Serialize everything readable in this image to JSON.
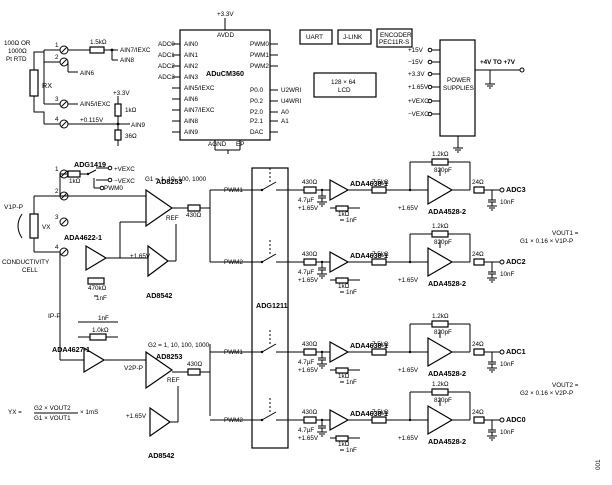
{
  "rtd": {
    "line1": "100Ω OR",
    "line2": "1000Ω",
    "line3": "Pt RTD",
    "rx": "RX",
    "r1": "1.5kΩ",
    "r2": "1kΩ",
    "r3": "36Ω",
    "v1": "+3.3V",
    "v2": "+0.115V"
  },
  "terminals": [
    "1",
    "2",
    "3",
    "4",
    "1",
    "2",
    "3",
    "4"
  ],
  "mcu": {
    "name": "ADuCM360",
    "supply": "+3.3V",
    "avdd": "AVDD",
    "agnd": "AGND",
    "ep": "EP",
    "left_pins": [
      "AIN0",
      "AIN1",
      "AIN2",
      "AIN3",
      "AIN5/IEXC",
      "AIN6",
      "AIN7/IEXC",
      "AIN8",
      "AIN9"
    ],
    "left_ext": [
      "ADC0",
      "ADC1",
      "ADC2",
      "ADC3"
    ],
    "right_pins": [
      "PWM0",
      "PWM1",
      "PWM2",
      "P0.0",
      "P0.2",
      "P2.0",
      "P2.1",
      "DAC"
    ],
    "right_ext": [
      "U2WRI",
      "U4WRI",
      "A0",
      "A1"
    ]
  },
  "nets": {
    "ain7": "AIN7/IEXC",
    "ain8": "AIN8",
    "ain6": "AIN6",
    "ain5": "AIN5/IEXC",
    "ain9": "AIN9"
  },
  "top_blocks": {
    "uart": "UART",
    "jlink": "J-LINK",
    "encoder1": "ENCODER",
    "encoder2": "PEC11R-S",
    "lcd1": "128 × 64",
    "lcd2": "LCD"
  },
  "power": {
    "label1": "POWER",
    "label2": "SUPPLIES",
    "input": "+4V TO +7V",
    "rails": [
      "+15V",
      "−15V",
      "+3.3V",
      "+1.65V",
      "+VEXC",
      "−VEXC"
    ]
  },
  "cond": {
    "adg1419": "ADG1419",
    "vexc_p": "+VEXC",
    "vexc_m": "−VEXC",
    "pwm0": "PWM0",
    "r1k": "1kΩ",
    "v1pp": "V1P-P",
    "vx": "VX",
    "cell1": "CONDUCTIVITY",
    "cell2": "CELL",
    "ada4622": "ADA4622-1",
    "ad8253_1": "AD8253",
    "g1": "G1 = 1, 10, 100, 1000",
    "ref": "REF",
    "r430": "430Ω",
    "r470k": "470kΩ",
    "c1nf": "1nF",
    "v165": "+1.65V",
    "ad8542": "AD8542",
    "ipp": "IP-P",
    "c1nf_b": "1nF",
    "r1k_b": "1.0kΩ",
    "ada4627": "ADA4627-1",
    "ad8253_2": "AD8253",
    "g2": "G2 = 1, 10, 100, 1000",
    "v2pp": "V2P-P",
    "ref2": "REF",
    "r430_2": "430Ω",
    "v165_2": "+1.65V",
    "ad8542_2": "AD8542",
    "eq_lhs": "YX =",
    "eq_num": "G2 × VOUT2",
    "eq_den": "G1 × VOUT1",
    "eq_tail": "× 1mS"
  },
  "mux": {
    "name": "ADG1211",
    "pwm": [
      "PWM1",
      "PWM2",
      "PWM1",
      "PWM2"
    ]
  },
  "channels": [
    {
      "adc": "ADC3",
      "r430": "430Ω",
      "c47": "4.7µF",
      "amp1": "ADA4638-1",
      "r75": "7.5kΩ",
      "amp2": "ADA4528-2",
      "r12": "1.2kΩ",
      "c820": "820pF",
      "r24": "24Ω",
      "c10": "10nF",
      "rf": "1kΩ",
      "cf": "1nF",
      "bias": "+1.65V"
    },
    {
      "adc": "ADC2",
      "r430": "430Ω",
      "c47": "4.7µF",
      "amp1": "ADA4638-1",
      "r75": "7.5kΩ",
      "amp2": "ADA4528-2",
      "r12": "1.2kΩ",
      "c820": "820pF",
      "r24": "24Ω",
      "c10": "10nF",
      "rf": "1kΩ",
      "cf": "1nF",
      "bias": "+1.65V"
    },
    {
      "adc": "ADC1",
      "r430": "430Ω",
      "c47": "4.7µF",
      "amp1": "ADA4638-1",
      "r75": "7.5kΩ",
      "amp2": "ADA4528-2",
      "r12": "1.2kΩ",
      "c820": "820pF",
      "r24": "24Ω",
      "c10": "10nF",
      "rf": "1kΩ",
      "cf": "1nF",
      "bias": "+1.65V"
    },
    {
      "adc": "ADC0",
      "r430": "430Ω",
      "c47": "4.7µF",
      "amp1": "ADA4638-1",
      "r75": "7.5kΩ",
      "amp2": "ADA4528-2",
      "r12": "1.2kΩ",
      "c820": "820pF",
      "r24": "24Ω",
      "c10": "10nF",
      "rf": "1kΩ",
      "cf": "1nF",
      "bias": "+1.65V"
    }
  ],
  "vout": {
    "v1a": "VOUT1 =",
    "v1b": "G1 × 0.16 × V1P-P",
    "v2a": "VOUT2 =",
    "v2b": "G2 × 0.16 × V2P-P"
  },
  "figure_id": "001"
}
